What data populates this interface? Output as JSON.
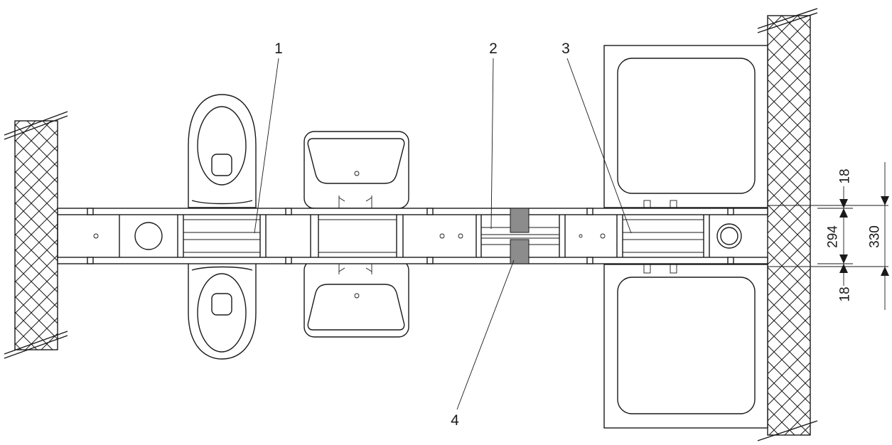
{
  "callouts": [
    "1",
    "2",
    "3",
    "4"
  ],
  "dimensions": {
    "top_flange": "18",
    "frame_inner": "294",
    "frame_total": "330",
    "bottom_flange": "18"
  },
  "colors": {
    "line": "#1a1a1a",
    "wall_hatch": "#1a1a1a",
    "seal_block": "#8c8c8c",
    "background": "#ffffff"
  }
}
